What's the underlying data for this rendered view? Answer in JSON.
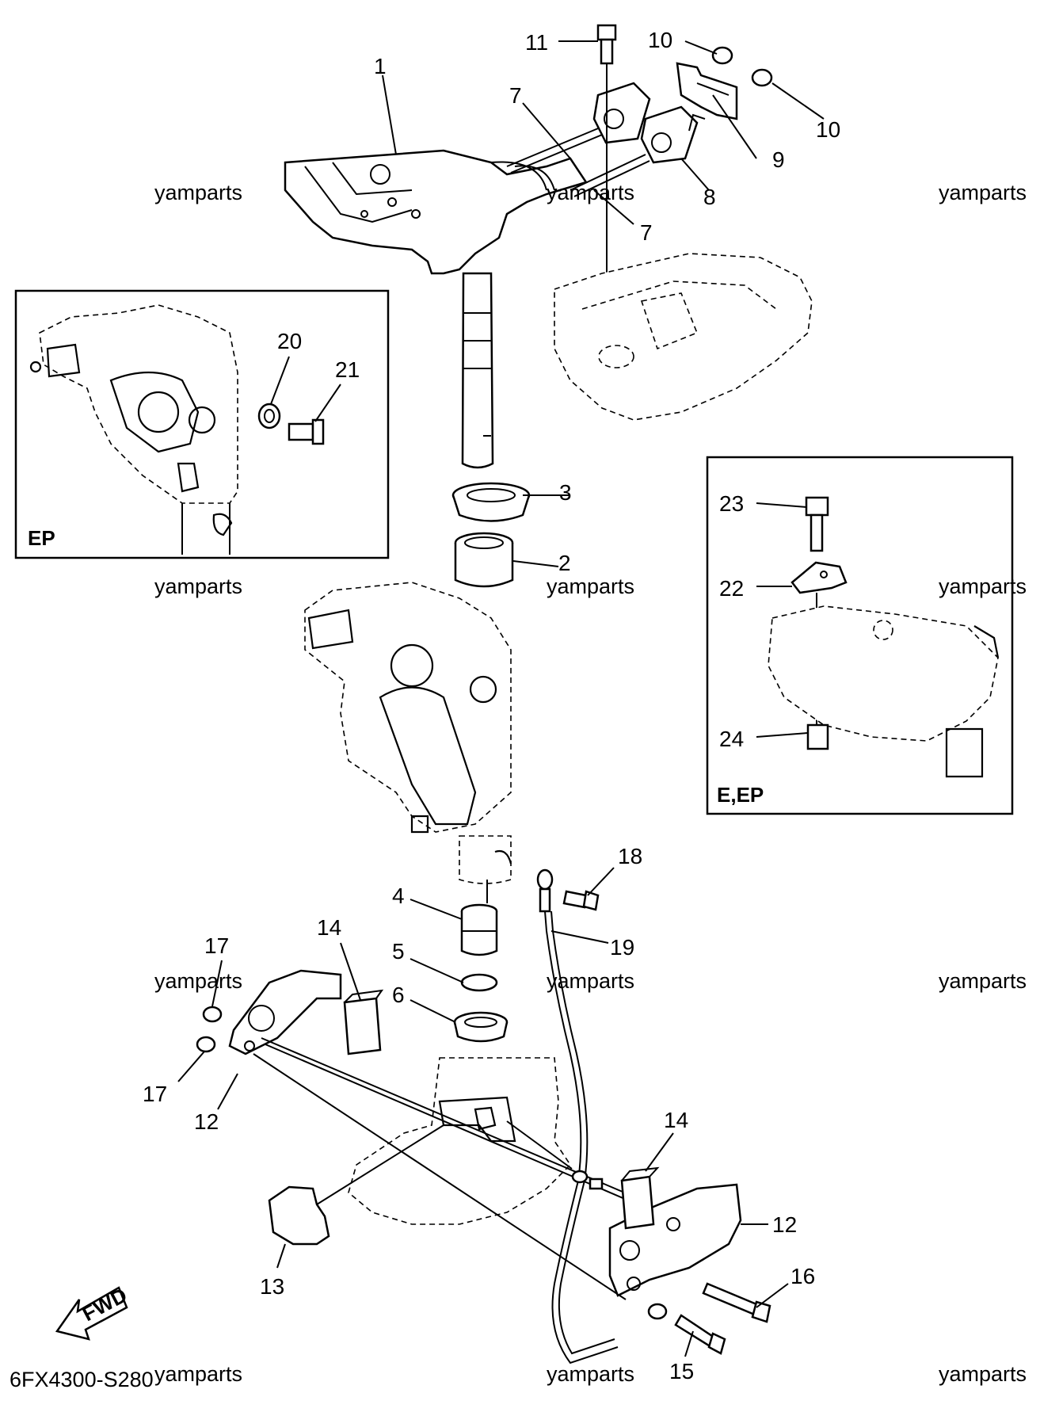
{
  "diagram": {
    "drawing_code": "6FX4300-S280",
    "fwd_label": "FWD",
    "watermark": "yamparts",
    "inset_boxes": [
      {
        "label": "EP"
      },
      {
        "label": "E,EP"
      }
    ],
    "callouts": [
      "1",
      "2",
      "3",
      "4",
      "5",
      "6",
      "7",
      "7",
      "8",
      "9",
      "10",
      "10",
      "11",
      "12",
      "12",
      "13",
      "14",
      "14",
      "15",
      "16",
      "17",
      "17",
      "18",
      "19",
      "20",
      "21",
      "22",
      "23",
      "24"
    ]
  }
}
